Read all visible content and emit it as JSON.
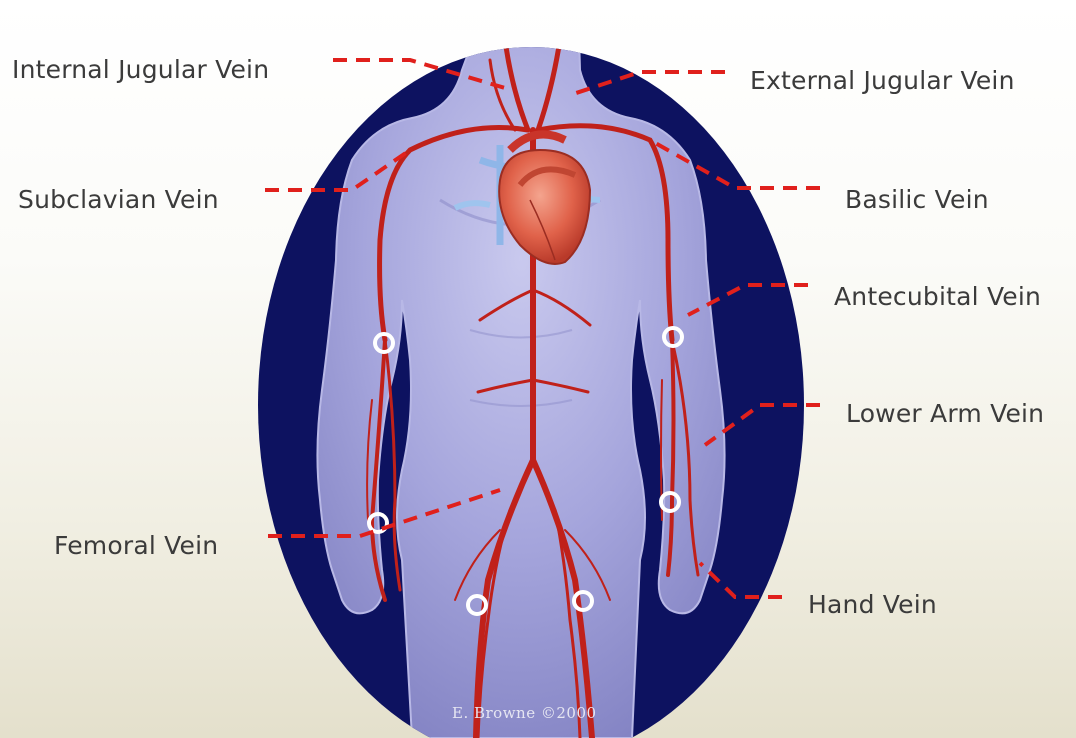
{
  "labels": {
    "internal_jugular": "Internal Jugular Vein",
    "external_jugular": "External Jugular Vein",
    "subclavian": "Subclavian Vein",
    "basilic": "Basilic Vein",
    "antecubital": "Antecubital Vein",
    "lower_arm": "Lower Arm Vein",
    "femoral": "Femoral Vein",
    "hand": "Hand Vein"
  },
  "credit": "E. Browne ©2000",
  "colors": {
    "oval_background": "#0d1260",
    "body": "#9a9ad6",
    "vessel": "#c0211a",
    "leader_line": "#e0201c",
    "marker_ring": "#ffffff"
  }
}
